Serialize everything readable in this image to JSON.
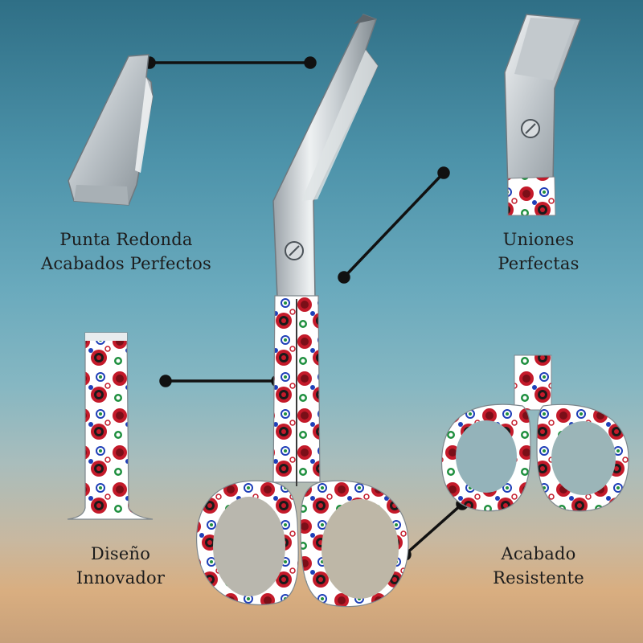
{
  "captions": {
    "top_left": {
      "line1": "Punta Redonda",
      "line2": "Acabados Perfectos"
    },
    "top_right": {
      "line1": "Uniones",
      "line2": "Perfectas"
    },
    "bottom_left": {
      "line1": "Diseño",
      "line2": "Innovador"
    },
    "bottom_right": {
      "line1": "Acabado",
      "line2": "Resistente"
    }
  },
  "palette": {
    "sky_top": "#2f6f86",
    "sunset_bottom": "#d9ae80",
    "steel_light": "#e6e9eb",
    "steel_dark": "#8d969c",
    "pattern_dots": [
      "#c41a2a",
      "#1f3fb8",
      "#1e8f3e",
      "#1a1a1a"
    ],
    "handle_base": "#ffffff",
    "connector_line": "#111111"
  },
  "icons": [
    "bandage-scissors",
    "rounded-tip-detail",
    "pivot-screw-detail",
    "handle-pattern-detail",
    "finger-ring-detail"
  ]
}
